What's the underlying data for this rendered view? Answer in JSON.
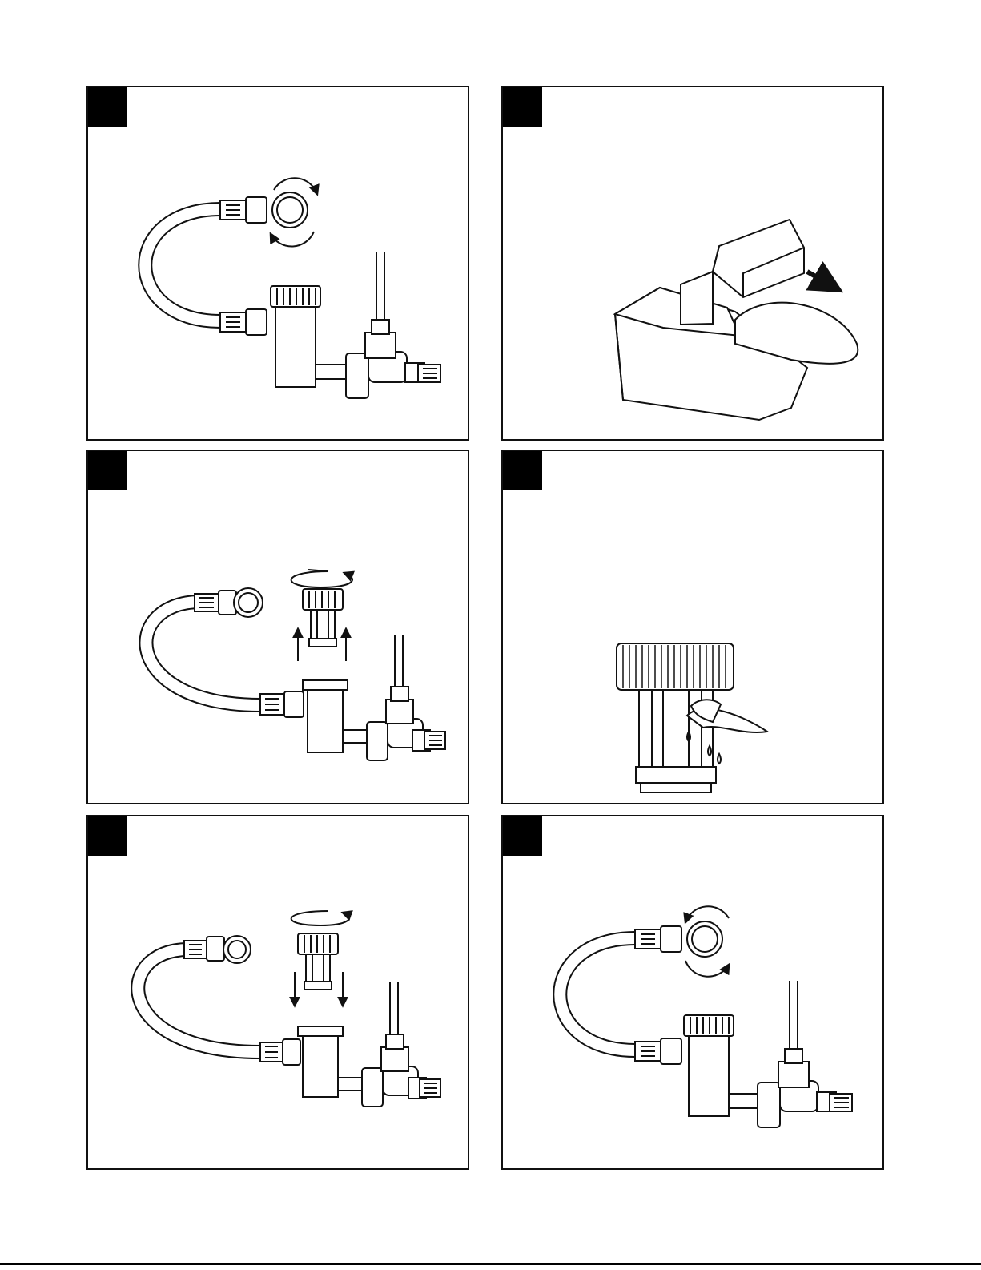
{
  "page": {
    "panels": [
      {
        "id": "step-1",
        "badge_color": "#000000",
        "subject": "shutoff-valve-close"
      },
      {
        "id": "step-2",
        "badge_color": "#000000",
        "subject": "remove-seat-unit"
      },
      {
        "id": "step-3",
        "badge_color": "#000000",
        "subject": "unscrew-filter"
      },
      {
        "id": "step-4",
        "badge_color": "#000000",
        "subject": "clean-filter"
      },
      {
        "id": "step-5",
        "badge_color": "#000000",
        "subject": "reinstall-filter"
      },
      {
        "id": "step-6",
        "badge_color": "#000000",
        "subject": "shutoff-valve-open"
      }
    ],
    "line_color": "#111111"
  }
}
